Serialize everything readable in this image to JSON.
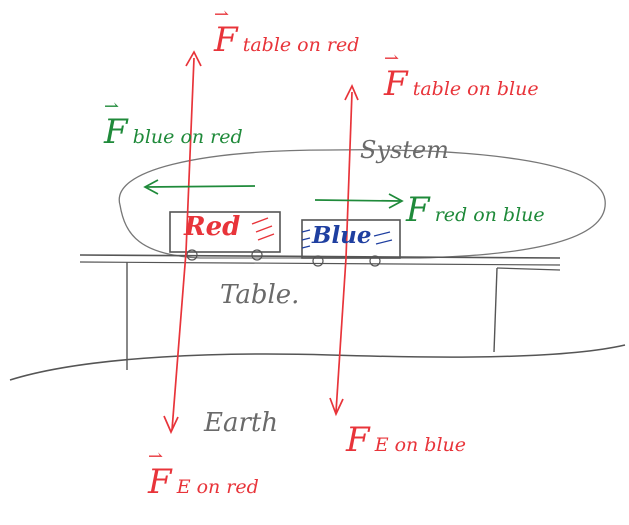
{
  "labels": {
    "f_table_on_red": {
      "symbol": "F",
      "sub": "table on red"
    },
    "f_table_on_blue": {
      "symbol": "F",
      "sub": "table on blue"
    },
    "f_blue_on_red": {
      "symbol": "F",
      "sub": "blue on red"
    },
    "f_red_on_blue": {
      "symbol": "F",
      "sub": "red on blue"
    },
    "f_e_on_red": {
      "symbol": "F",
      "sub": "E on red"
    },
    "f_e_on_blue": {
      "symbol": "F",
      "sub": "E on blue"
    },
    "system": "System",
    "red_block": "Red",
    "blue_block": "Blue",
    "table": "Table.",
    "earth": "Earth"
  },
  "colors": {
    "red_ink": "#e8343a",
    "green_ink": "#1f8a3a",
    "gray_ink": "#6a6a6a",
    "blue_ink": "#1f3fa0"
  }
}
